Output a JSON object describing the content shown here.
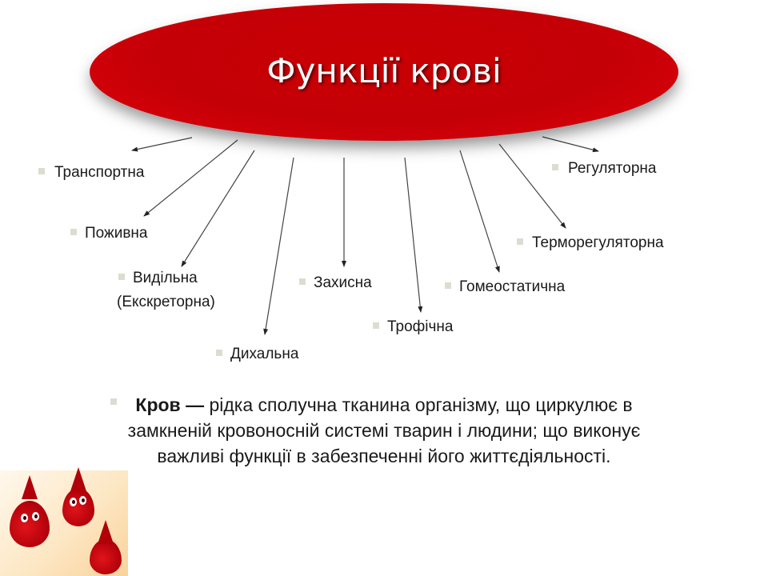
{
  "title": "Функції крові",
  "colors": {
    "title_ellipse": "#c40006",
    "title_text": "#ffffff",
    "text": "#1a1a1a",
    "arrow": "#333333",
    "bullet": "#dcdcd0"
  },
  "functions": [
    {
      "label": "Транспортна"
    },
    {
      "label": "Поживна"
    },
    {
      "label": "Видільна",
      "sub": "(Екскреторна)"
    },
    {
      "label": "Дихальна"
    },
    {
      "label": "Захисна"
    },
    {
      "label": "Трофічна"
    },
    {
      "label": "Гомеостатична"
    },
    {
      "label": "Терморегуляторна"
    },
    {
      "label": "Регуляторна"
    }
  ],
  "definition": {
    "term": "Кров —",
    "text": " рідка сполучна тканина організму, що циркулює в замкненій кровоносній системі тварин і людини; що виконує важливі функції в забезпеченні його життєдіяльності."
  },
  "illustration": "blood-drops-cartoon"
}
